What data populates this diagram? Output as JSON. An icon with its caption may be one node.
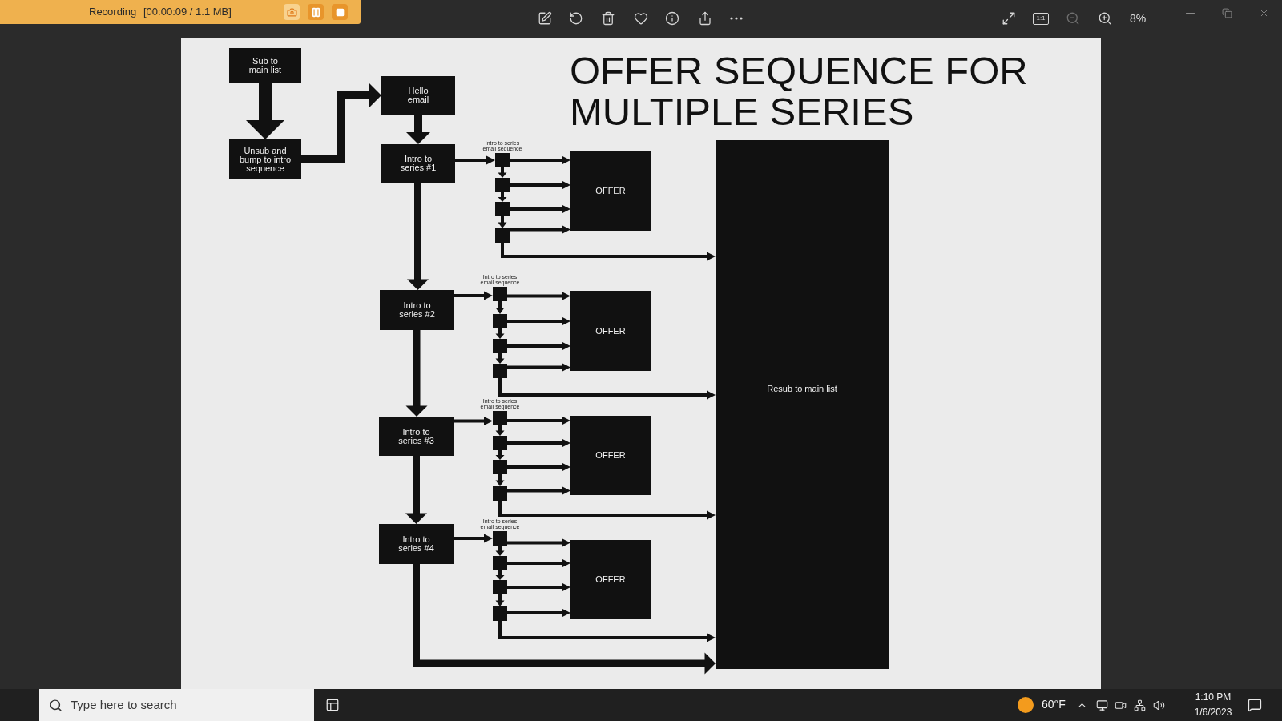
{
  "diagram": {
    "title": "OFFER SEQUENCE FOR MULTIPLE SERIES",
    "nodes": [
      {
        "text": [
          "Sub to main list"
        ]
      },
      {
        "text": [
          "Unsub and bump to intro sequence"
        ]
      },
      {
        "text": [
          "Hello email"
        ]
      },
      {
        "text": [
          "Intro to series #1"
        ]
      },
      {
        "text": [],
        "shape": "box",
        "beside": [
          "Intro to series email sequence"
        ]
      },
      {
        "text": [],
        "shape": "box"
      },
      {
        "text": [],
        "shape": "box"
      },
      {
        "text": [],
        "shape": "box"
      },
      {
        "text": [
          "OFFER"
        ]
      },
      {
        "text": [
          "Intro to series #2"
        ]
      },
      {
        "text": [],
        "shape": "box",
        "beside": [
          "Intro to series email sequence"
        ]
      },
      {
        "text": [],
        "shape": "box"
      },
      {
        "text": [],
        "shape": "box"
      },
      {
        "text": [],
        "shape": "box"
      },
      {
        "text": [
          "OFFER"
        ]
      },
      {
        "text": [
          "Intro to series #3"
        ]
      },
      {
        "text": [],
        "shape": "box",
        "beside": [
          "Intro to series email sequence"
        ]
      },
      {
        "text": [],
        "shape": "box"
      },
      {
        "text": [],
        "shape": "box"
      },
      {
        "text": [],
        "shape": "box"
      },
      {
        "text": [
          "OFFER"
        ]
      },
      {
        "text": [
          "Intro to series #4"
        ]
      },
      {
        "text": [],
        "shape": "box",
        "beside": [
          "Intro to series email sequence"
        ]
      },
      {
        "text": [],
        "shape": "box"
      },
      {
        "text": [],
        "shape": "box"
      },
      {
        "text": [],
        "shape": "box"
      },
      {
        "text": [
          "OFFER"
        ]
      },
      {
        "text": [
          "Resub to main list"
        ]
      }
    ],
    "edges": [
      {
        "from": 0,
        "to": 1,
        "arrow": "to",
        "style": "thick"
      },
      {
        "from": 1,
        "to": 2,
        "arrow": "to",
        "style": "thick"
      },
      {
        "from": 2,
        "to": 3,
        "arrow": "to",
        "style": "thick"
      },
      {
        "from": 3,
        "to": 4,
        "arrow": "to"
      },
      {
        "from": 4,
        "to": 5,
        "arrow": "to"
      },
      {
        "from": 5,
        "to": 6,
        "arrow": "to"
      },
      {
        "from": 6,
        "to": 7,
        "arrow": "to"
      },
      {
        "from": 4,
        "to": 8,
        "arrow": "to"
      },
      {
        "from": 5,
        "to": 8,
        "arrow": "to"
      },
      {
        "from": 6,
        "to": 8,
        "arrow": "to"
      },
      {
        "from": 7,
        "to": 8,
        "arrow": "to"
      },
      {
        "from": 7,
        "to": 27,
        "arrow": "to"
      },
      {
        "from": 3,
        "to": 9,
        "arrow": "to",
        "style": "thick"
      },
      {
        "from": 9,
        "to": 10,
        "arrow": "to"
      },
      {
        "from": 10,
        "to": 11,
        "arrow": "to"
      },
      {
        "from": 11,
        "to": 12,
        "arrow": "to"
      },
      {
        "from": 12,
        "to": 13,
        "arrow": "to"
      },
      {
        "from": 10,
        "to": 14,
        "arrow": "to"
      },
      {
        "from": 11,
        "to": 14,
        "arrow": "to"
      },
      {
        "from": 12,
        "to": 14,
        "arrow": "to"
      },
      {
        "from": 13,
        "to": 14,
        "arrow": "to"
      },
      {
        "from": 13,
        "to": 27,
        "arrow": "to"
      },
      {
        "from": 9,
        "to": 15,
        "arrow": "to",
        "style": "thick"
      },
      {
        "from": 15,
        "to": 16,
        "arrow": "to"
      },
      {
        "from": 16,
        "to": 17,
        "arrow": "to"
      },
      {
        "from": 17,
        "to": 18,
        "arrow": "to"
      },
      {
        "from": 18,
        "to": 19,
        "arrow": "to"
      },
      {
        "from": 16,
        "to": 20,
        "arrow": "to"
      },
      {
        "from": 17,
        "to": 20,
        "arrow": "to"
      },
      {
        "from": 18,
        "to": 20,
        "arrow": "to"
      },
      {
        "from": 19,
        "to": 20,
        "arrow": "to"
      },
      {
        "from": 19,
        "to": 27,
        "arrow": "to"
      },
      {
        "from": 15,
        "to": 21,
        "arrow": "to",
        "style": "thick"
      },
      {
        "from": 21,
        "to": 22,
        "arrow": "to"
      },
      {
        "from": 22,
        "to": 23,
        "arrow": "to"
      },
      {
        "from": 23,
        "to": 24,
        "arrow": "to"
      },
      {
        "from": 24,
        "to": 25,
        "arrow": "to"
      },
      {
        "from": 22,
        "to": 26,
        "arrow": "to"
      },
      {
        "from": 23,
        "to": 26,
        "arrow": "to"
      },
      {
        "from": 24,
        "to": 26,
        "arrow": "to"
      },
      {
        "from": 25,
        "to": 26,
        "arrow": "to"
      },
      {
        "from": 25,
        "to": 27,
        "arrow": "to"
      },
      {
        "from": 21,
        "to": 27,
        "arrow": "to",
        "style": "thick"
      }
    ],
    "labels": [
      "Recording",
      "[00:00:09 / 1.1 MB]",
      "1:1",
      "8%",
      "Type here to search",
      "60°F",
      "1:10 PM",
      "1/6/2023"
    ]
  }
}
